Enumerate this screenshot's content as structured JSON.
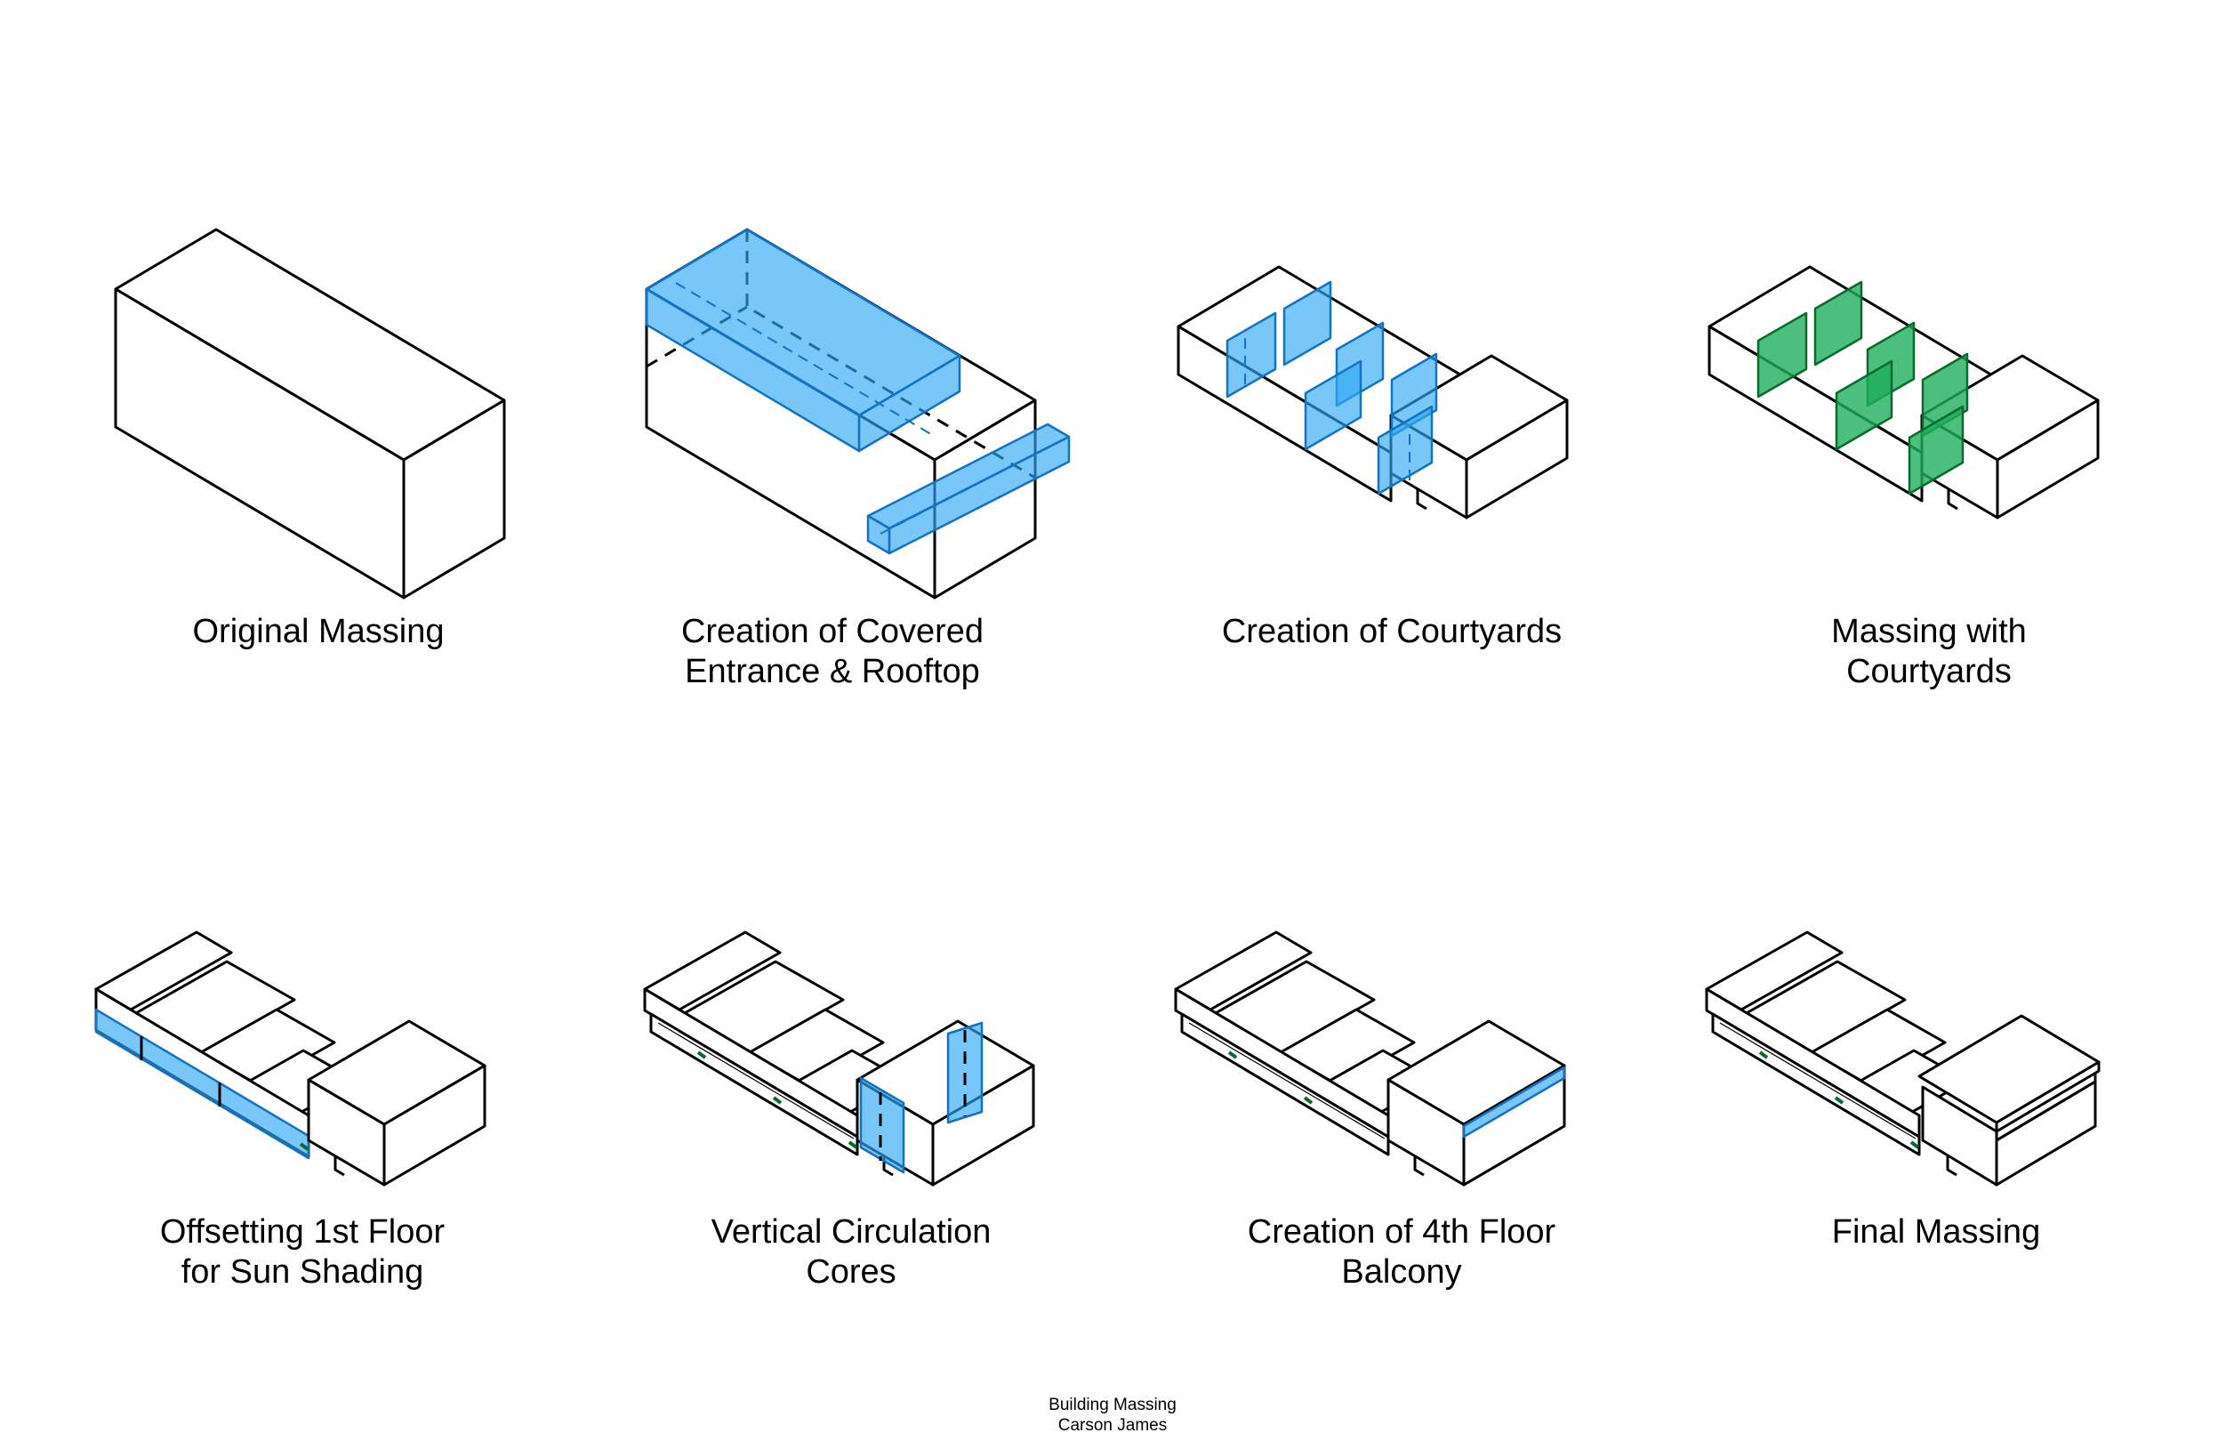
{
  "colors": {
    "line": "#000000",
    "face": "#ffffff",
    "highlight_blue": "#2fa9f5",
    "highlight_blue_edge": "#1572c2",
    "highlight_green": "#1fae5c",
    "highlight_green_edge": "#0b6b2c"
  },
  "panels": [
    {
      "id": "original-massing",
      "caption": [
        "Original Massing"
      ]
    },
    {
      "id": "covered-entrance-rooftop",
      "caption": [
        "Creation of Covered",
        "Entrance & Rooftop"
      ]
    },
    {
      "id": "courtyards",
      "caption": [
        "Creation of Courtyards"
      ]
    },
    {
      "id": "massing-with-courtyards",
      "caption": [
        "Massing with",
        "Courtyards"
      ]
    },
    {
      "id": "offsetting-1st-floor",
      "caption": [
        "Offsetting 1st Floor",
        "for Sun Shading"
      ]
    },
    {
      "id": "vertical-circulation",
      "caption": [
        "Vertical Circulation",
        "Cores"
      ]
    },
    {
      "id": "fourth-floor-balcony",
      "caption": [
        "Creation of 4th Floor",
        "Balcony"
      ]
    },
    {
      "id": "final-massing",
      "caption": [
        "Final Massing"
      ]
    }
  ],
  "footer": {
    "title": "Building Massing",
    "author": "Carson James"
  }
}
